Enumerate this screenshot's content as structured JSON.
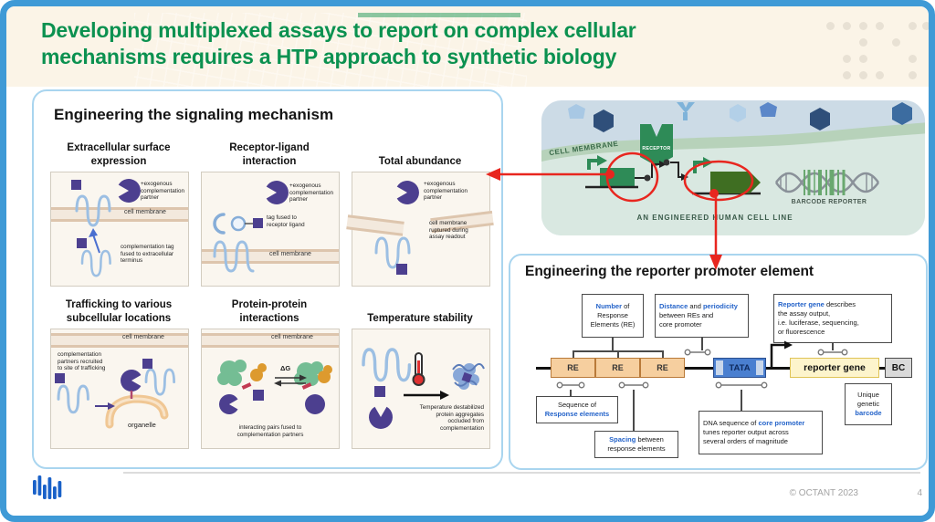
{
  "colors": {
    "frame_blue": "#3f9ad6",
    "title_green": "#0b9150",
    "panel_border": "#a9d5ef",
    "complementation_purple": "#4c3f8f",
    "highlight_blue": "#2463c9",
    "annotation_red": "#e8261f",
    "receptor_green": "#2e8b57"
  },
  "header": {
    "title": "Developing multiplexed assays to report on complex cellular\nmechanisms requires a HTP approach to synthetic biology"
  },
  "signaling": {
    "title": "Engineering the signaling mechanism",
    "c1": {
      "title": "Extracellular surface\nexpression",
      "exo": "+exogenous\ncomplementation\npartner",
      "membrane": "cell membrane",
      "note": "complementation tag\nfused to extracellular\nterminus"
    },
    "c2": {
      "title": "Receptor-ligand\ninteraction",
      "exo": "+exogenous\ncomplementation\npartner",
      "tag": "tag fused to\nreceptor ligand",
      "membrane": "cell membrane"
    },
    "c3": {
      "title": "Total abundance",
      "exo": "+exogenous\ncomplementation\npartner",
      "note": "cell membrane\nruptured during\nassay readout"
    },
    "c4": {
      "title": "Trafficking to various\nsubcellular locations",
      "membrane": "cell membrane",
      "note": "complementation\npartners recruited\nto site of trafficking",
      "organelle": "organelle"
    },
    "c5": {
      "title": "Protein-protein\ninteractions",
      "membrane": "cell membrane",
      "delta_g": "ΔG",
      "note": "interacting pairs fused to\ncomplementation  partners"
    },
    "c6": {
      "title": "Temperature stability",
      "note": "Temperature destabilized\nprotein aggregates\noccluded from\ncomplementation"
    }
  },
  "cell_diagram": {
    "membrane_label": "CELL MEMBRANE",
    "receptor_label": "RECEPTOR",
    "barcode_label": "BARCODE REPORTER",
    "caption": "AN ENGINEERED HUMAN CELL LINE"
  },
  "promoter": {
    "title": "Engineering the reporter promoter element",
    "callout_number": {
      "highlight": "Number",
      "rest": " of\nResponse\nElements (RE)"
    },
    "callout_distance": {
      "h1": "Distance",
      "mid": " and ",
      "h2": "periodicity",
      "rest": "\nbetween REs and\ncore promoter"
    },
    "callout_reporter": {
      "highlight": "Reporter gene",
      "rest": " describes\nthe assay output,\ni.e. luciferase, sequencing,\nor fluorescence"
    },
    "callout_sequence": {
      "pre": "Sequence of\n",
      "highlight": "Response elements"
    },
    "callout_spacing": {
      "highlight": "Spacing",
      "rest": " between\nresponse elements"
    },
    "callout_core": {
      "pre": "DNA sequence of ",
      "highlight": "core promoter",
      "rest": "\ntunes reporter output across\nseveral orders of magnitude"
    },
    "callout_barcode": {
      "pre": "Unique\ngenetic\n",
      "highlight": "barcode"
    },
    "re_label": "RE",
    "tata_label": "TATA",
    "reporter_gene_label": "reporter gene",
    "bc_label": "BC"
  },
  "footer": {
    "copyright": "© OCTANT 2023",
    "page_number": "4"
  }
}
